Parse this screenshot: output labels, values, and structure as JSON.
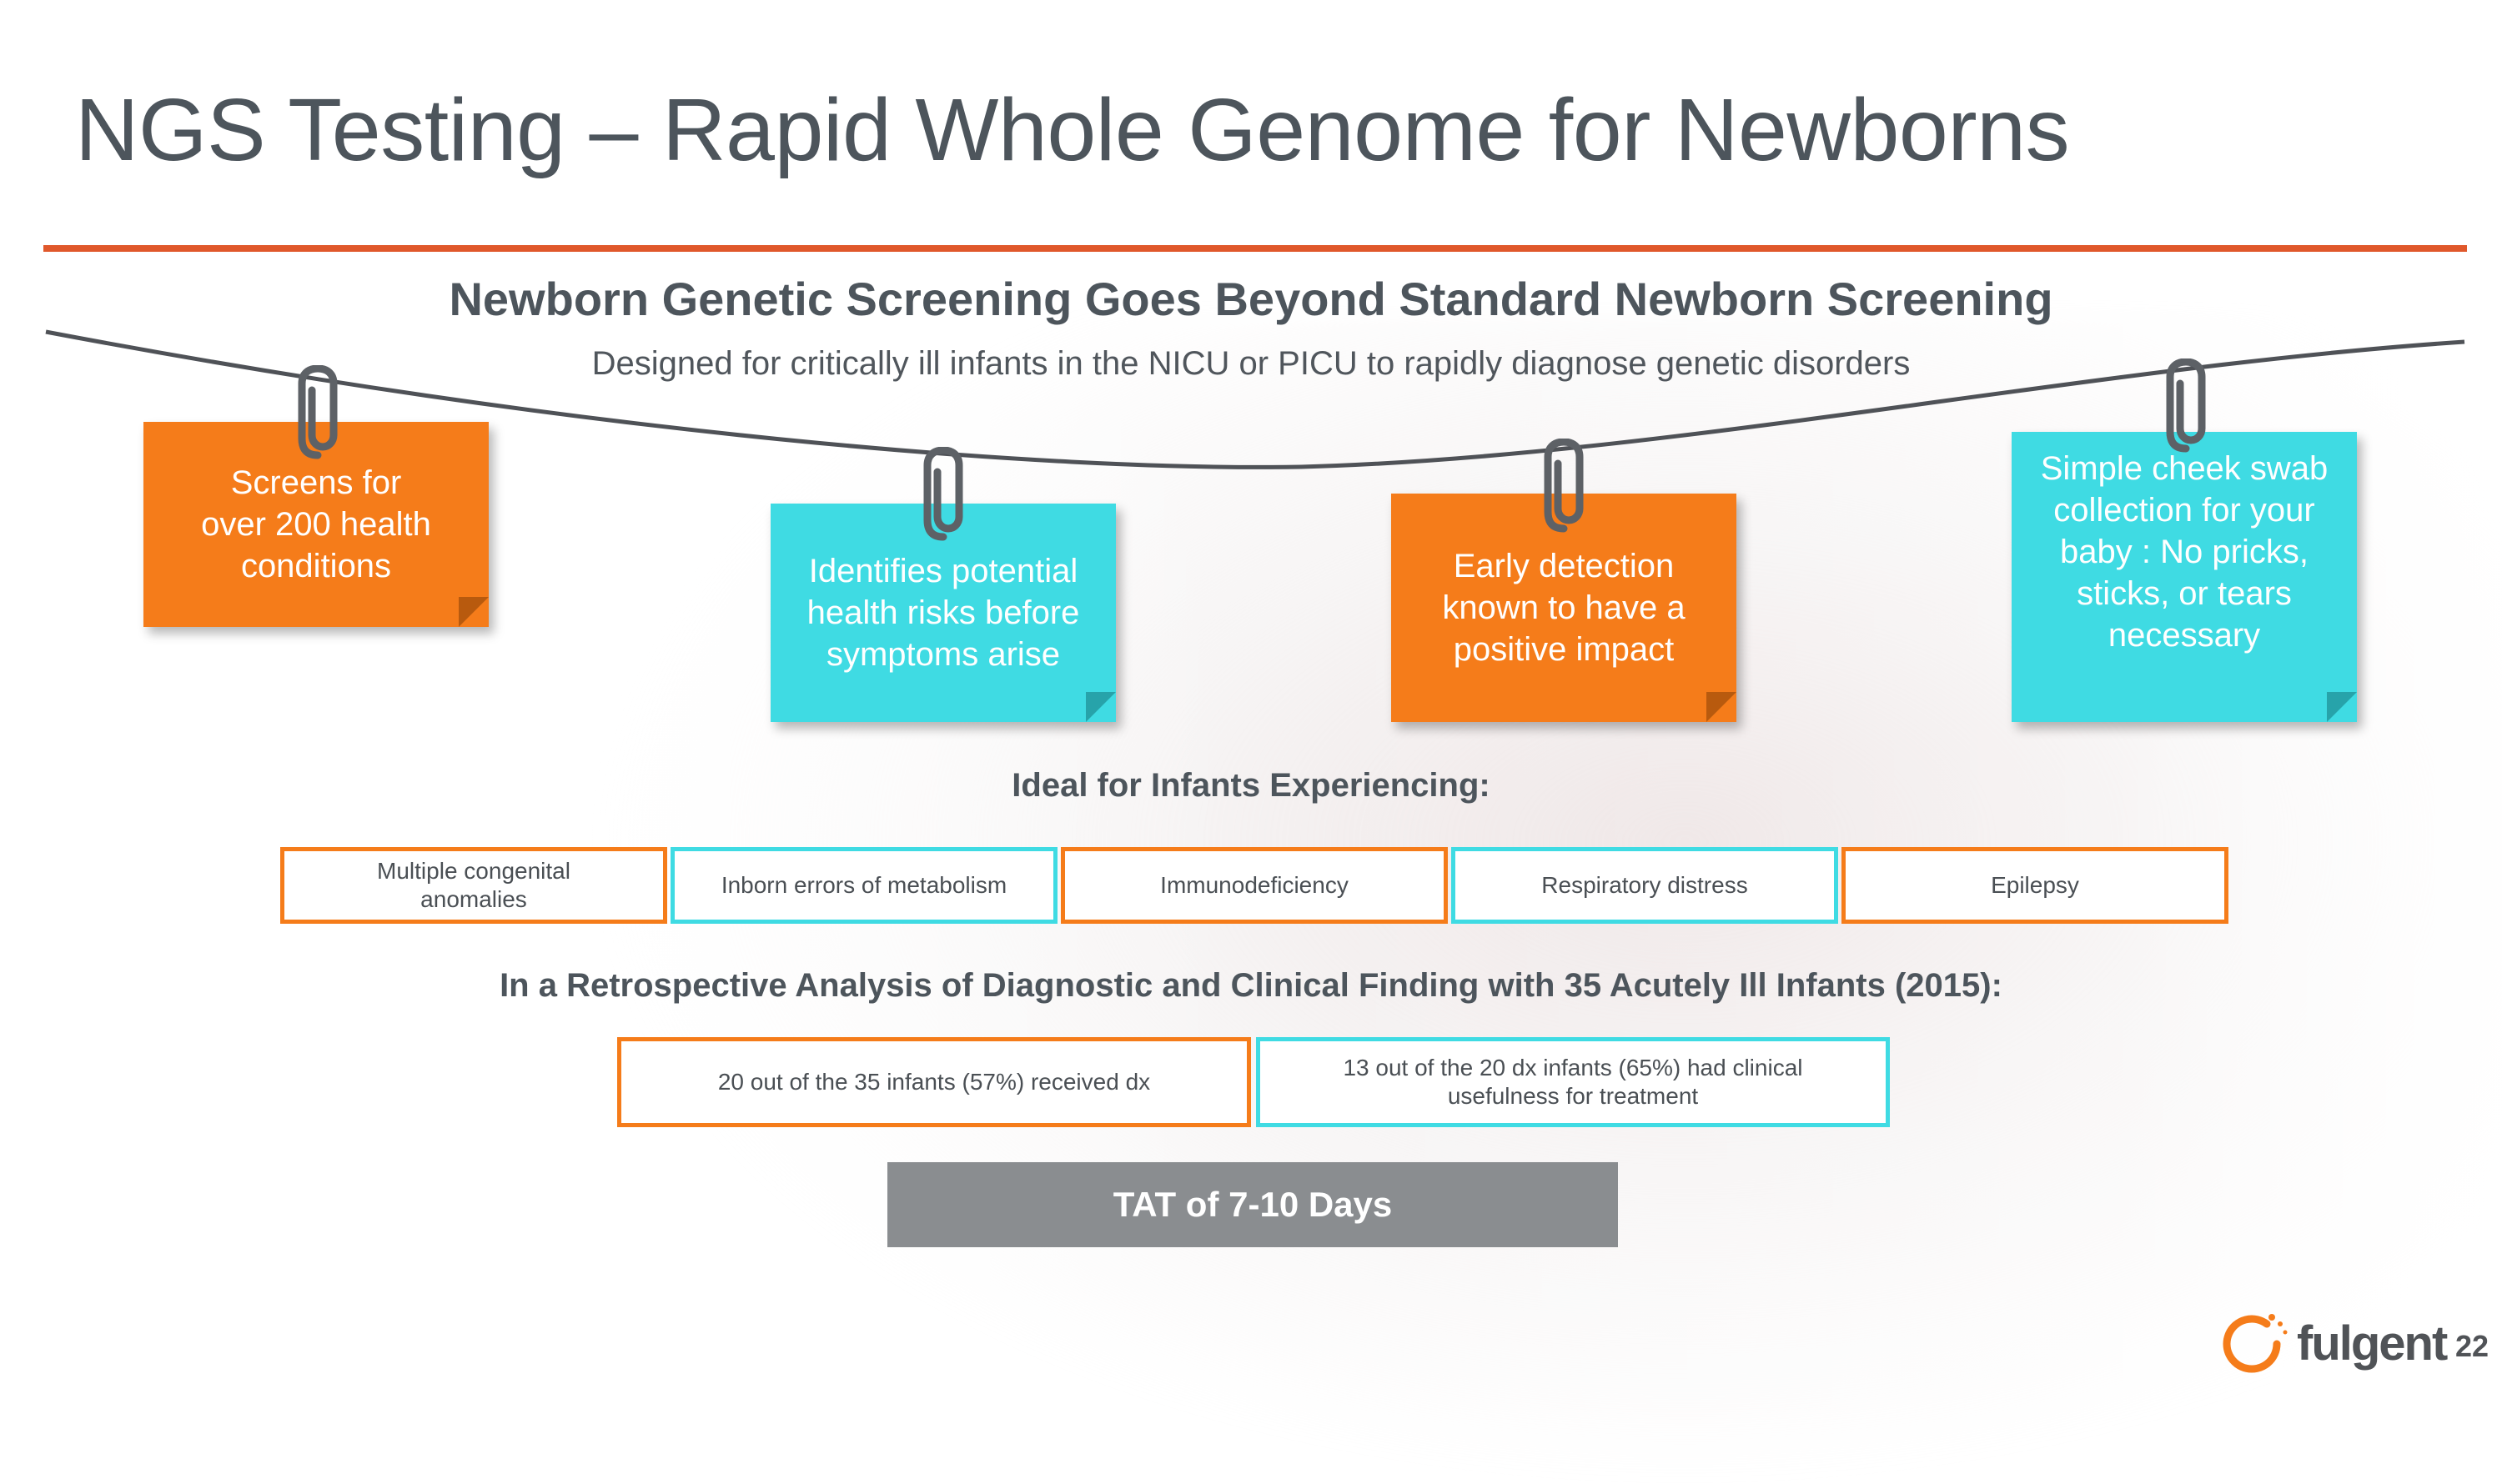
{
  "slide": {
    "title": "NGS Testing – Rapid Whole Genome for Newborns",
    "heading": "Newborn Genetic Screening Goes Beyond Standard Newborn Screening",
    "description": "Designed for critically ill infants in the NICU or PICU to rapidly diagnose genetic disorders",
    "page_number": "22"
  },
  "notes": [
    {
      "text": "Screens for over 200 health conditions",
      "color": "#f57c1a"
    },
    {
      "text": "Identifies potential health risks before symptoms arise",
      "color": "#3fdbe3"
    },
    {
      "text": "Early detection known to have a positive impact",
      "color": "#f57c1a"
    },
    {
      "text": "Simple cheek swab collection for your baby : No pricks, sticks, or tears necessary",
      "color": "#3fdbe3"
    }
  ],
  "ideal": {
    "heading": "Ideal for Infants Experiencing:",
    "items": [
      "Multiple congenital anomalies",
      "Inborn errors of metabolism",
      "Immunodeficiency",
      "Respiratory distress",
      "Epilepsy"
    ]
  },
  "analysis": {
    "heading": "In a Retrospective Analysis of Diagnostic and Clinical Finding with 35 Acutely Ill Infants (2015):",
    "findings": [
      "20 out of the 35 infants (57%) received dx",
      "13 out of the 20 dx infants (65%) had clinical usefulness for treatment"
    ]
  },
  "tat": "TAT of 7-10 Days",
  "logo": {
    "text": "fulgent",
    "color": "#f57c1a"
  },
  "colors": {
    "accent_line": "#e0582b",
    "orange": "#f57c1a",
    "cyan": "#3fdbe3",
    "tat_bg": "#8a8d90"
  }
}
